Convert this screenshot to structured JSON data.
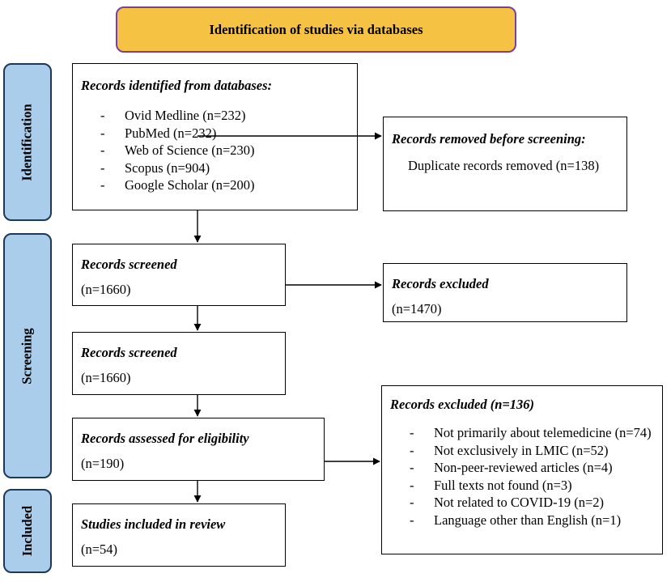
{
  "header": {
    "title": "Identification of studies via databases"
  },
  "sidebar": {
    "identification": "Identification",
    "screening": "Screening",
    "included": "Included"
  },
  "identified": {
    "title": "Records identified from databases:",
    "items": [
      "Ovid Medline (n=232)",
      "PubMed (n=232)",
      "Web of Science (n=230)",
      "Scopus (n=904)",
      "Google Scholar (n=200)"
    ]
  },
  "removed": {
    "title": "Records removed before screening:",
    "detail": "Duplicate records removed (n=138)"
  },
  "screened1": {
    "title": "Records screened",
    "count": "(n=1660)"
  },
  "excluded1": {
    "title": "Records excluded",
    "count": "(n=1470)"
  },
  "screened2": {
    "title": "Records screened",
    "count": "(n=1660)"
  },
  "eligibility": {
    "title": "Records assessed for eligibility",
    "count": "(n=190)"
  },
  "excluded2": {
    "title": "Records excluded (n=136)",
    "items": [
      "Not primarily about telemedicine (n=74)",
      "Not exclusively in LMIC (n=52)",
      "Non-peer-reviewed articles (n=4)",
      "Full texts not found (n=3)",
      "Not related to COVID-19 (n=2)",
      "Language other than English (n=1)"
    ]
  },
  "included": {
    "title": "Studies included in review",
    "count": "(n=54)"
  }
}
